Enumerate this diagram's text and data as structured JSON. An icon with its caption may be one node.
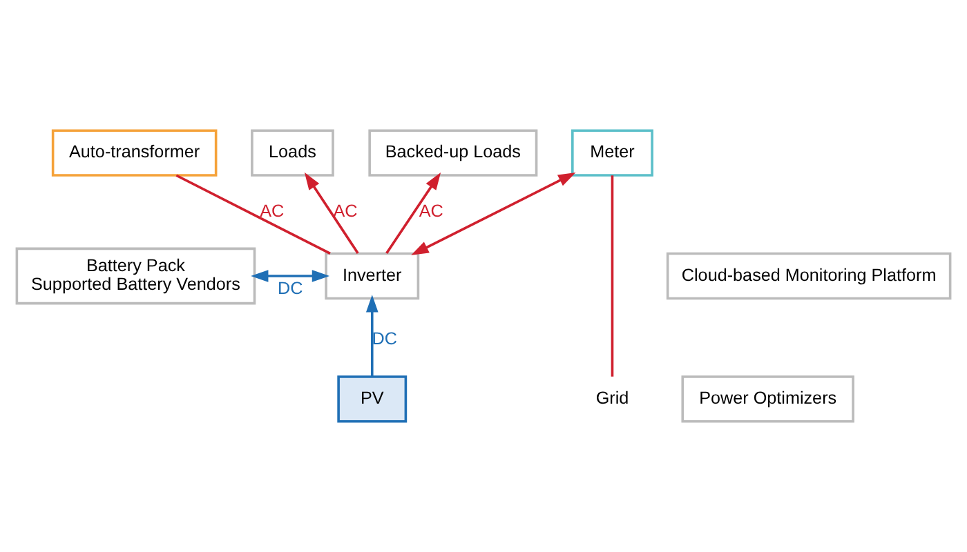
{
  "diagram": {
    "nodes": [
      {
        "text": [
          "PV"
        ]
      },
      {
        "text": [
          "Power Optimizers"
        ]
      },
      {
        "text": [
          "Backed-up Loads"
        ]
      },
      {
        "text": [
          "Loads"
        ]
      },
      {
        "text": [
          "Grid"
        ]
      },
      {
        "text": [
          "Meter"
        ]
      },
      {
        "text": [
          "Battery Pack",
          "Supported Battery Vendors"
        ]
      },
      {
        "text": [
          "Inverter"
        ]
      },
      {
        "text": [
          "Cloud-based Monitoring Platform"
        ]
      },
      {
        "text": [
          "Auto-transformer"
        ]
      }
    ],
    "edges": [
      {
        "from": 0,
        "to": 7,
        "arrow": "to",
        "label": "DC",
        "color": "#1f6fb5"
      },
      {
        "from": 6,
        "to": 7,
        "arrow": "both",
        "label": "DC",
        "color": "#1f6fb5"
      },
      {
        "from": 7,
        "to": 2,
        "arrow": "to",
        "label": "AC"
      },
      {
        "from": 7,
        "to": 3,
        "arrow": "to",
        "label": "AC"
      },
      {
        "from": 7,
        "to": 5,
        "arrow": "both"
      },
      {
        "from": 5,
        "to": 4,
        "arrow": "none"
      },
      {
        "from": 7,
        "to": 9,
        "arrow": "none",
        "label": "AC"
      }
    ]
  }
}
